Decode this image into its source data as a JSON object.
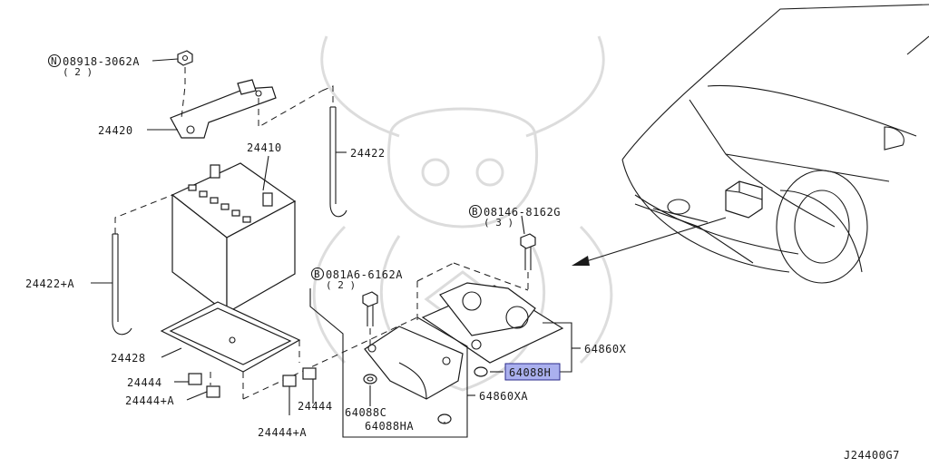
{
  "diagram": {
    "drawing_code": "J24400G7",
    "highlight_color": "#aab0ee",
    "callouts": [
      {
        "id": "c1",
        "text": "08918-3062A",
        "prefix": "N"
      },
      {
        "id": "c1q",
        "text": "( 2 )"
      },
      {
        "id": "c2",
        "text": "24420"
      },
      {
        "id": "c3",
        "text": "24410"
      },
      {
        "id": "c4",
        "text": "24422"
      },
      {
        "id": "c5",
        "text": "08146-8162G",
        "prefix": "B"
      },
      {
        "id": "c5q",
        "text": "( 3 )"
      },
      {
        "id": "c6",
        "text": "081A6-6162A",
        "prefix": "B"
      },
      {
        "id": "c6q",
        "text": "( 2 )"
      },
      {
        "id": "c7",
        "text": "24422+A"
      },
      {
        "id": "c8",
        "text": "24428"
      },
      {
        "id": "c9",
        "text": "24444"
      },
      {
        "id": "c10",
        "text": "24444+A"
      },
      {
        "id": "c11",
        "text": "24444"
      },
      {
        "id": "c12",
        "text": "24444+A"
      },
      {
        "id": "c13",
        "text": "64860X"
      },
      {
        "id": "c14",
        "text": "64088H",
        "highlighted": true
      },
      {
        "id": "c15",
        "text": "64860XA"
      },
      {
        "id": "c16",
        "text": "64088C"
      },
      {
        "id": "c17",
        "text": "64088HA"
      }
    ]
  }
}
